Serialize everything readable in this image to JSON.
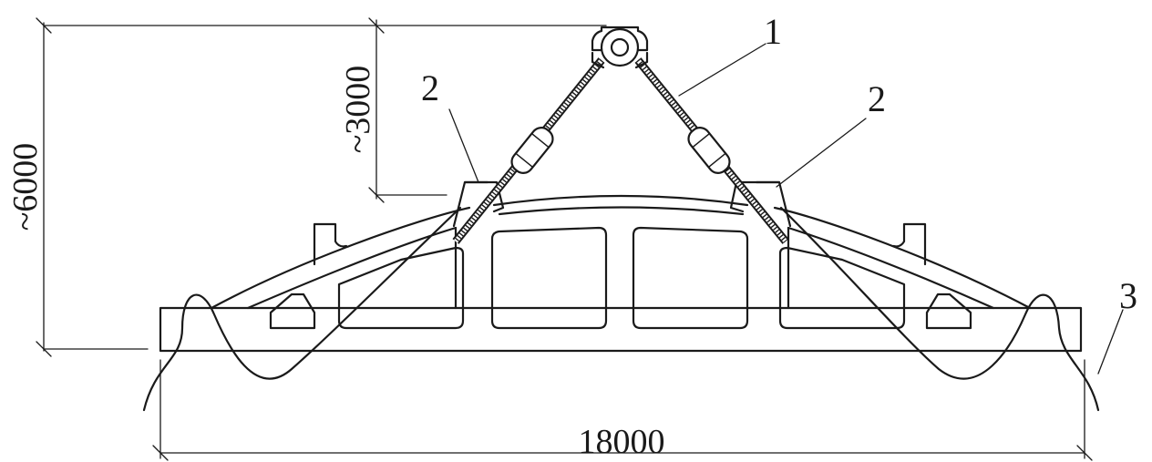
{
  "labels": {
    "part_1": "1",
    "part_2_left": "2",
    "part_2_right": "2",
    "part_3": "3"
  },
  "dimensions": {
    "span": "18000",
    "total_height": "~6000",
    "sling_height": "~3000"
  }
}
